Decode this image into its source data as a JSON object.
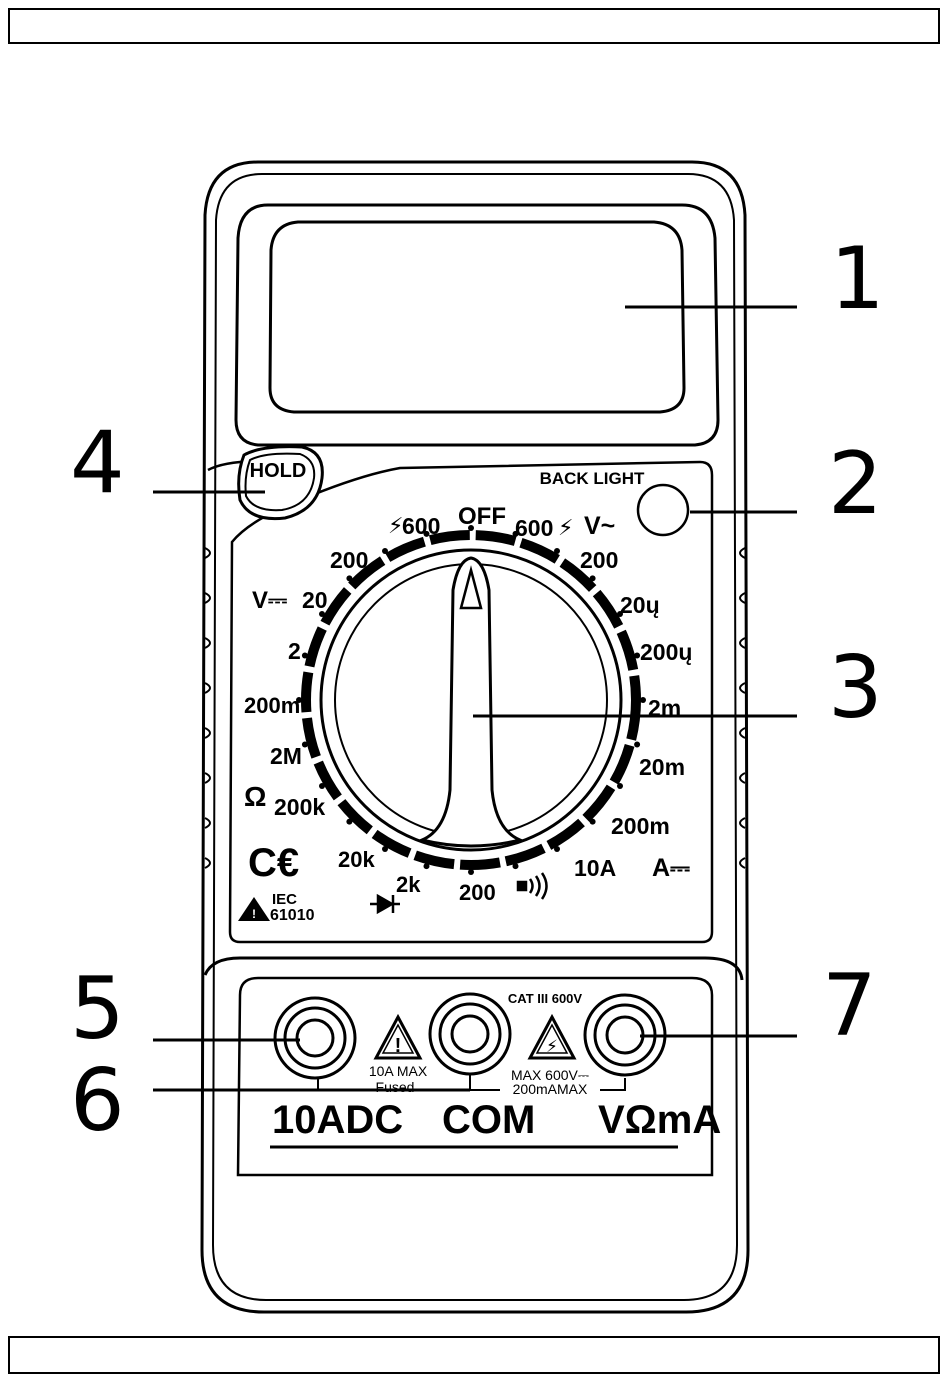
{
  "callouts": [
    "1",
    "2",
    "3",
    "4",
    "5",
    "6",
    "7"
  ],
  "buttons": {
    "hold": "HOLD",
    "backlight": "BACK LIGHT"
  },
  "dial": {
    "off": "OFF",
    "dcv_unit": "V⎓",
    "acv_unit": "V~",
    "ohm_unit": "Ω",
    "dca_unit": "A⎓",
    "ranges": {
      "dcv_600": "600",
      "dcv_200": "200",
      "dcv_20": "20",
      "dcv_2": "2",
      "dcv_200m": "200m",
      "ohm_2M": "2M",
      "ohm_200k": "200k",
      "ohm_20k": "20k",
      "ohm_2k": "2k",
      "ohm_200": "200",
      "acv_600": "600",
      "acv_200": "200",
      "dca_20u": "20ų",
      "dca_200u": "200ų",
      "dca_2m": "2m",
      "dca_20m": "20m",
      "dca_200m": "200m",
      "dca_10A": "10A"
    }
  },
  "marks": {
    "ce": "C€",
    "iec": "IEC",
    "iec_num": "61010"
  },
  "terminals": {
    "adc_label": "10ADC",
    "com_label": "COM",
    "vohm_label": "VΩmA",
    "adc_warning_1": "10A MAX",
    "adc_warning_2": "Fused",
    "cat_rating": "CAT III 600V",
    "vohm_warning_1": "MAX 600V⎓",
    "vohm_warning_2": "200mAMAX"
  }
}
